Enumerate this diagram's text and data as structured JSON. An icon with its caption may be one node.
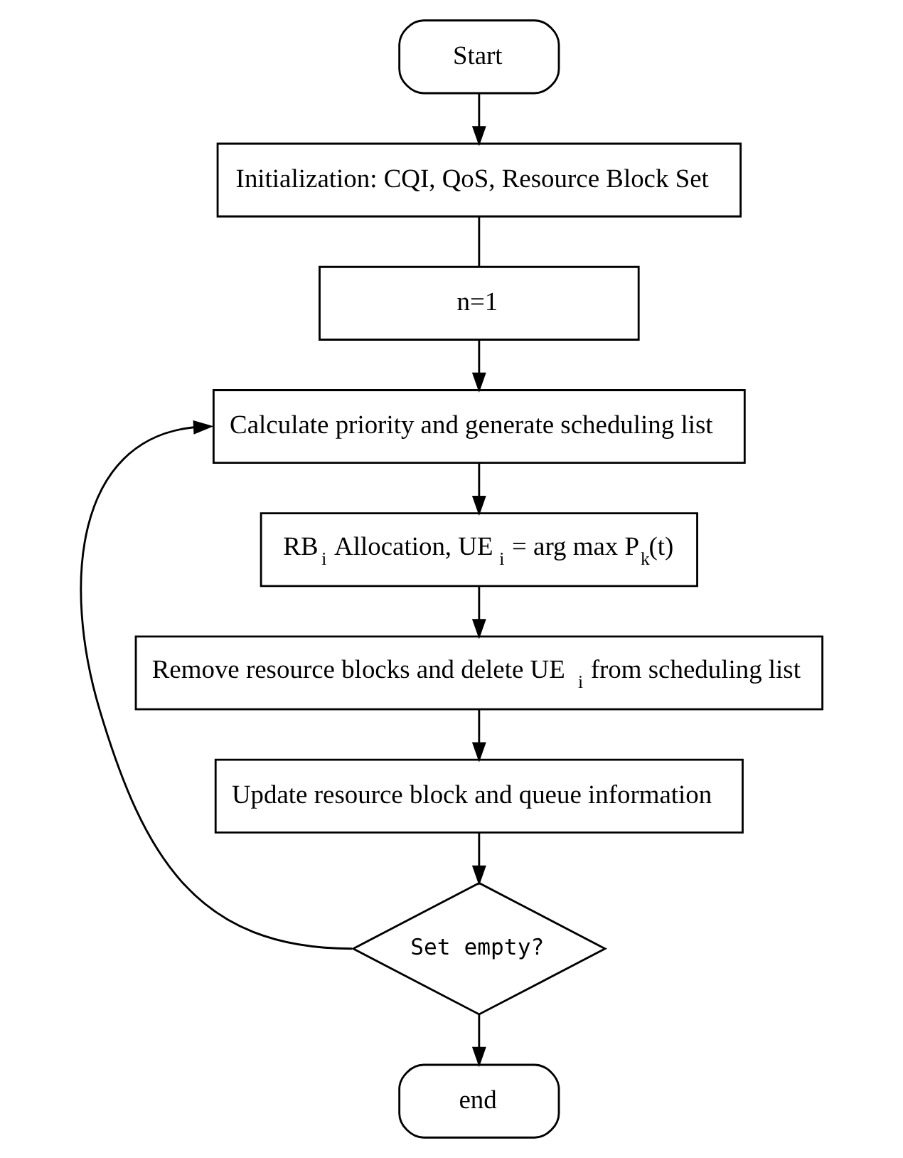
{
  "diagram": {
    "nodes": [
      {
        "text": [
          "Start"
        ]
      },
      {
        "text": [
          "Initialization: CQI, QoS, Resource Block Set"
        ]
      },
      {
        "text": [
          "n=1"
        ]
      },
      {
        "text": [
          "Calculate priority and generate scheduling list"
        ]
      },
      {
        "text": [
          "RB$_{i}$ Allocation, UE$_{i}$ = arg max P$_{k}$(t)"
        ]
      },
      {
        "text": [
          "Remove resource blocks and delete UE$_{i}$ from scheduling list"
        ]
      },
      {
        "text": [
          "Update resource block and queue information"
        ]
      },
      {
        "text": [
          "Set empty?"
        ]
      },
      {
        "text": [
          "end"
        ]
      }
    ],
    "edges": [
      {
        "from": 0,
        "to": 1,
        "arrow": "to"
      },
      {
        "from": 1,
        "to": 2,
        "arrow": "none"
      },
      {
        "from": 2,
        "to": 3,
        "arrow": "to"
      },
      {
        "from": 3,
        "to": 4,
        "arrow": "to"
      },
      {
        "from": 4,
        "to": 5,
        "arrow": "to"
      },
      {
        "from": 5,
        "to": 6,
        "arrow": "to"
      },
      {
        "from": 6,
        "to": 7,
        "arrow": "to"
      },
      {
        "from": 7,
        "to": 3,
        "arrow": "to"
      },
      {
        "from": 7,
        "to": 8,
        "arrow": "to"
      }
    ]
  }
}
